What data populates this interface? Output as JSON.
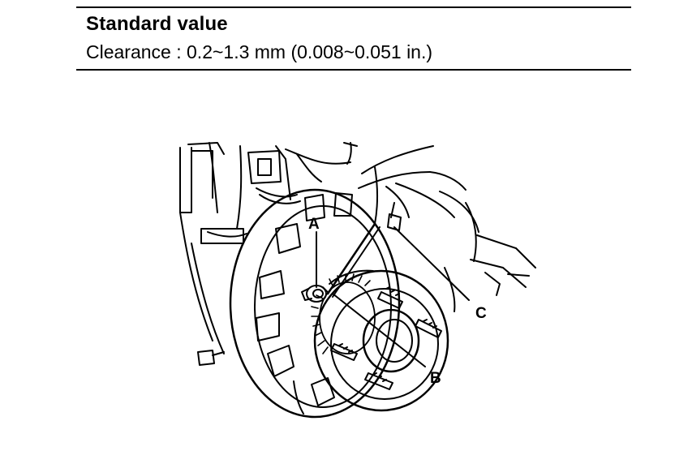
{
  "spec": {
    "title": "Standard value",
    "clearance": "Clearance : 0.2~1.3 mm (0.008~0.051 in.)"
  },
  "figure": {
    "callouts": [
      {
        "id": "A",
        "label": "A"
      },
      {
        "id": "B",
        "label": "B"
      },
      {
        "id": "C",
        "label": "C"
      }
    ],
    "icons": [
      "wheel-hub-icon",
      "feeler-gauge-icon",
      "wheel-speed-sensor-icon",
      "tone-wheel-icon"
    ]
  }
}
